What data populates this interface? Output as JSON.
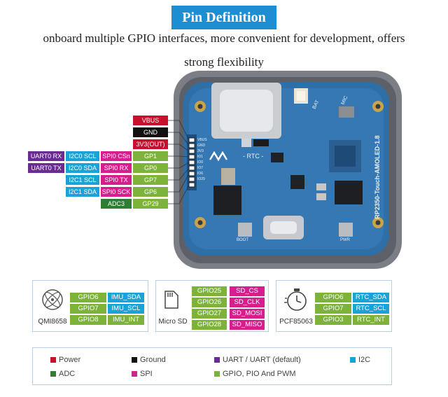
{
  "header": {
    "title": "Pin Definition",
    "line1": "onboard multiple GPIO interfaces, more convenient for development, offers",
    "line2": "strong flexibility"
  },
  "board": {
    "model": "RP2350-Touch-AMOLED-1.8",
    "rtc_label": "- RTC -",
    "bat_label": "BAT",
    "mic_label": "MIC",
    "boot_label": "BOOT",
    "pwr_label": "PWR",
    "header_pins": [
      "VBUS",
      "GND",
      "3V3",
      "IO1",
      "IO0",
      "IO7",
      "IO6",
      "IO29"
    ]
  },
  "pins": {
    "vbus": "VBUS",
    "gnd": "GND",
    "v33": "3V3(OUT)",
    "r1": [
      "UART0 RX",
      "I2C0 SCL",
      "SPI0 CSn",
      "GP1"
    ],
    "r2": [
      "UART0 TX",
      "I2C0 SDA",
      "SPI0 RX",
      "GP0"
    ],
    "r3": [
      "I2C1 SCL",
      "SPI0 TX",
      "GP7"
    ],
    "r4": [
      "I2C1 SDA",
      "SPI0 SCK",
      "GP6"
    ],
    "r5": [
      "ADC3",
      "GP29"
    ]
  },
  "imu": {
    "name": "QMI8658",
    "gpio": [
      "GPIO6",
      "GPIO7",
      "GPIO8"
    ],
    "func": [
      "IMU_SDA",
      "IMU_SCL",
      "IMU_INT"
    ]
  },
  "sd": {
    "name": "Micro SD",
    "gpio": [
      "GPIO25",
      "GPIO26",
      "GPIO27",
      "GPIO28"
    ],
    "func": [
      "SD_CS",
      "SD_CLK",
      "SD_MOSI",
      "SD_MISO"
    ]
  },
  "rtc": {
    "name": "PCF85063",
    "gpio": [
      "GPIO6",
      "GPIO7",
      "GPIO3"
    ],
    "func": [
      "RTC_SDA",
      "RTC_SCL",
      "RTC_INT"
    ]
  },
  "legend": {
    "power": "Power",
    "ground": "Ground",
    "uart": "UART / UART (default)",
    "i2c": "I2C",
    "adc": "ADC",
    "spi": "SPI",
    "gpio": "GPIO, PIO And PWM"
  },
  "colors": {
    "power": "#c8102e",
    "ground": "#111111",
    "uart": "#6a2c91",
    "i2c": "#1aa3d6",
    "spi": "#d61e8c",
    "gpio": "#7db33a",
    "adc": "#2e7d32",
    "accent": "#1e8ed3"
  }
}
